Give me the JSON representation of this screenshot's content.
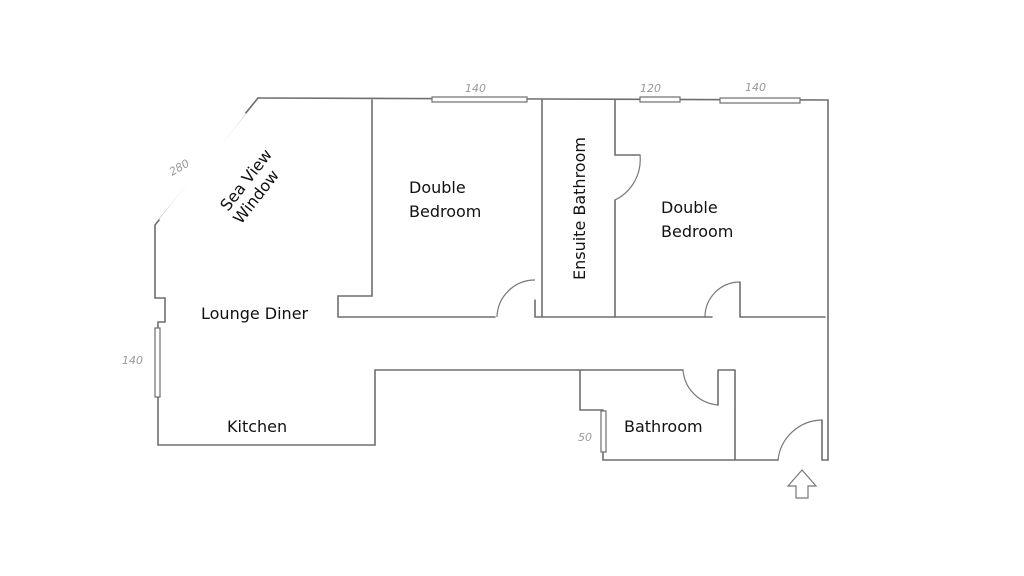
{
  "rooms": {
    "lounge": "Lounge Diner",
    "kitchen": "Kitchen",
    "bedroom1_line1": "Double",
    "bedroom1_line2": "Bedroom",
    "ensuite": "Ensuite Bathroom",
    "bedroom2_line1": "Double",
    "bedroom2_line2": "Bedroom",
    "bathroom": "Bathroom",
    "sea_window_line1": "Sea View",
    "sea_window_line2": "Window"
  },
  "dimensions": {
    "sea_window": "280",
    "bedroom1_window": "140",
    "ensuite_window": "120",
    "bedroom2_window": "140",
    "lounge_side_window": "140",
    "bathroom_window": "50"
  }
}
